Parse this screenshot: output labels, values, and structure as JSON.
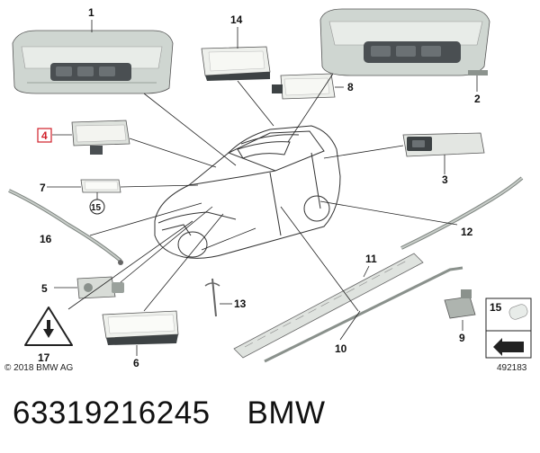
{
  "callouts": {
    "c1": "1",
    "c2": "2",
    "c3": "3",
    "c4": "4",
    "c5": "5",
    "c6": "6",
    "c7": "7",
    "c8": "8",
    "c9": "9",
    "c10": "10",
    "c11": "11",
    "c12": "12",
    "c13": "13",
    "c14": "14",
    "c15a": "15",
    "c15b": "15",
    "c16": "16",
    "c17": "17"
  },
  "copyright": "© 2018 BMW AG",
  "diagram_number": "492183",
  "footer": {
    "part_number": "63319216245",
    "brand": "BMW"
  },
  "highlight_color": "#d0202a"
}
